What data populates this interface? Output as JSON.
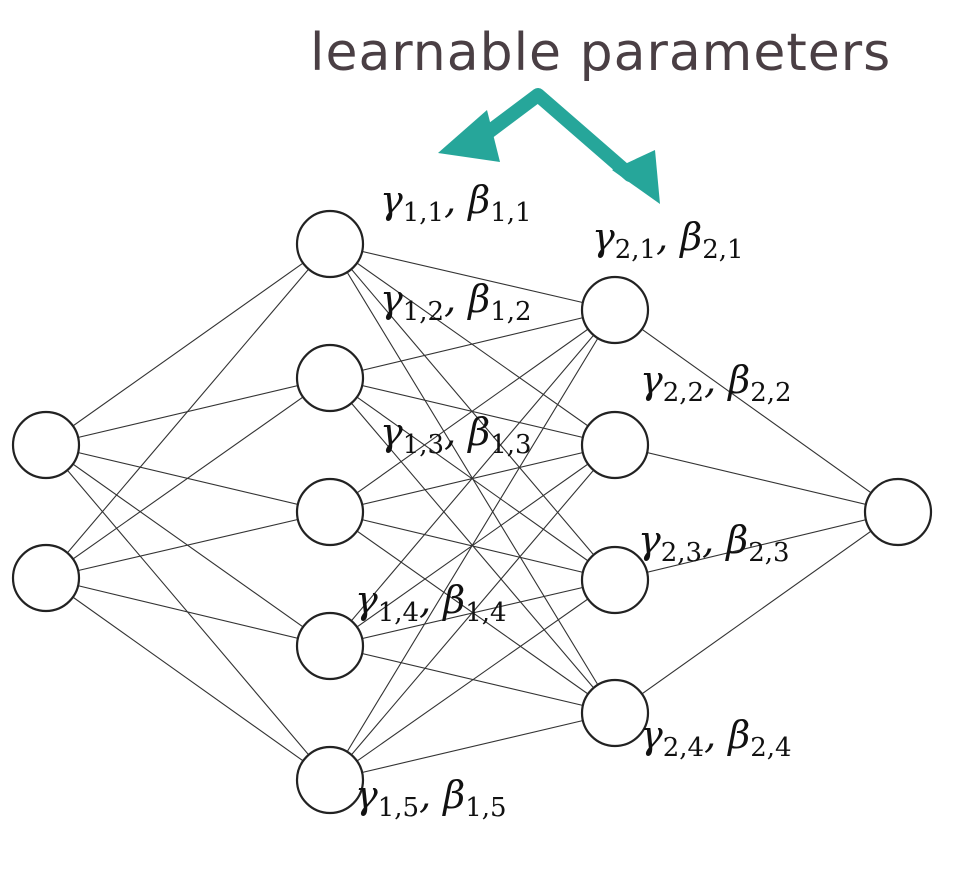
{
  "title": "learnable parameters",
  "colors": {
    "title": "#4a3f44",
    "arrow": "#26a69a",
    "node_stroke": "#222222",
    "edge": "#333333"
  },
  "network": {
    "layers": [
      {
        "name": "input",
        "nodes": 2
      },
      {
        "name": "hidden-1",
        "nodes": 5
      },
      {
        "name": "hidden-2",
        "nodes": 4
      },
      {
        "name": "output",
        "nodes": 1
      }
    ],
    "connections": "fully-connected"
  },
  "params_layer1": [
    {
      "g": "γ",
      "gs": "1,1",
      "sep": ", ",
      "b": "β",
      "bs": "1,1"
    },
    {
      "g": "γ",
      "gs": "1,2",
      "sep": ", ",
      "b": "β",
      "bs": "1,2"
    },
    {
      "g": "γ",
      "gs": "1,3",
      "sep": ", ",
      "b": "β",
      "bs": "1,3"
    },
    {
      "g": "γ",
      "gs": "1,4",
      "sep": ", ",
      "b": "β",
      "bs": "1,4"
    },
    {
      "g": "γ",
      "gs": "1,5",
      "sep": ", ",
      "b": "β",
      "bs": "1,5"
    }
  ],
  "params_layer2": [
    {
      "g": "γ",
      "gs": "2,1",
      "sep": ", ",
      "b": "β",
      "bs": "2,1"
    },
    {
      "g": "γ",
      "gs": "2,2",
      "sep": ", ",
      "b": "β",
      "bs": "2,2"
    },
    {
      "g": "γ",
      "gs": "2,3",
      "sep": ", ",
      "b": "β",
      "bs": "2,3"
    },
    {
      "g": "γ",
      "gs": "2,4",
      "sep": ", ",
      "b": "β",
      "bs": "2,4"
    }
  ]
}
